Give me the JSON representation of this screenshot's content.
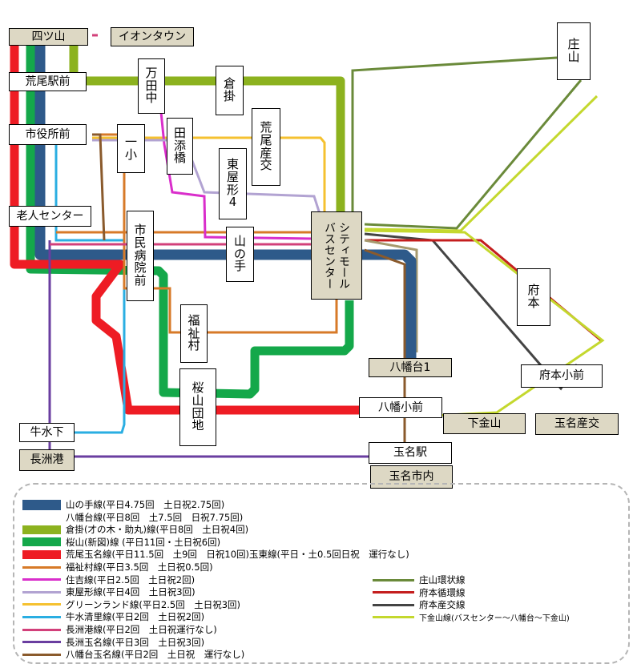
{
  "stops": {
    "yotsuyama": "四ツ山",
    "aeon_town": "イオンタウン",
    "arao_ekimae": "荒尾駅前",
    "shiyakusho_mae": "市役所前",
    "rojin_center": "老人センター",
    "manda_naka": "万\n田\n中",
    "kurakake": "倉\n掛",
    "taso_bashi": "田\n添\n橋",
    "isho": "一\n小",
    "arao_sanko": "荒\n尾\n産\n交",
    "higashi_yagata_4": "東\n屋\n形\n4",
    "shimin_byoin_mae": "市\n民\n病\n院\n前",
    "yamanote": "山\nの\n手",
    "city_mall_bus_center": "シティモール\nバスセンター",
    "fukushimura": "福\n祉\n村",
    "sakurayama_danchi": "桜\n山\n団\n地",
    "shoyama": "庄\n山",
    "fumoto": "府\n本",
    "fumoto_shomae": "府本小前",
    "yahatadai_1": "八幡台1",
    "yahata_shomae": "八幡小前",
    "shimokanayama": "下金山",
    "tamana_sanko": "玉名産交",
    "ushimizu_shita": "牛水下",
    "nagasuko": "長洲港",
    "tamana_eki": "玉名駅",
    "tamana_shinai": "玉名市内"
  },
  "legend_left": [
    {
      "label": "山の手線(平日4.75回　土日祝2.75回)",
      "color": "#2e5a8a",
      "weight": 13
    },
    {
      "label": "八幡台線(平日8回　土7.5回　日祝7.75回)",
      "color": "#ffffff",
      "weight": 1
    },
    {
      "label": "倉掛(才の木・助丸)線(平日8回　土日祝4回)",
      "color": "#8cb21f",
      "weight": 11
    },
    {
      "label": "桜山(新図)線 (平日11回・土日祝6回)",
      "color": "#14a84a",
      "weight": 11
    },
    {
      "label": "荒尾玉名線(平日11.5回　土9回　日祝10回)玉東線(平日・土0.5回日祝　運行なし)",
      "color": "#ee1c24",
      "weight": 11
    },
    {
      "label": "福祉村線(平日3.5回　土日祝0.5回)",
      "color": "#d77a28",
      "weight": 3
    },
    {
      "label": "住吉線(平日2.5回　土日祝2回)",
      "color": "#d92ecb",
      "weight": 3
    },
    {
      "label": "東屋形線(平日4回　土日祝3回)",
      "color": "#b2a3d2",
      "weight": 3
    },
    {
      "label": "グリーンランド線(平日2.5回　土日祝3回)",
      "color": "#f5c130",
      "weight": 3
    },
    {
      "label": "牛水清里線(平日2回　土日祝2回)",
      "color": "#2aaee2",
      "weight": 3
    },
    {
      "label": "長洲港線(平日2回　土日祝運行なし)",
      "color": "#d2407a",
      "weight": 3
    },
    {
      "label": "長洲玉名線(平日3回　土日祝3回)",
      "color": "#6a3ea0",
      "weight": 3
    },
    {
      "label": "八幡台玉名線(平日2回　土日祝　運行なし)",
      "color": "#8a5a2c",
      "weight": 3
    }
  ],
  "legend_right": [
    {
      "label": "庄山環状線",
      "color": "#6a8a3a",
      "weight": 3
    },
    {
      "label": "府本循環線",
      "color": "#c41e1e",
      "weight": 3
    },
    {
      "label": "府本産交線",
      "color": "#444444",
      "weight": 3
    },
    {
      "label": "下金山線(バスセンター～八幡台～下金山)",
      "color": "#c4d82e",
      "weight": 3
    }
  ],
  "colors": {
    "stop_border": "#000000",
    "stop_tan_fill": "#ddd8c4",
    "legend_border": "#b5b5b5"
  }
}
